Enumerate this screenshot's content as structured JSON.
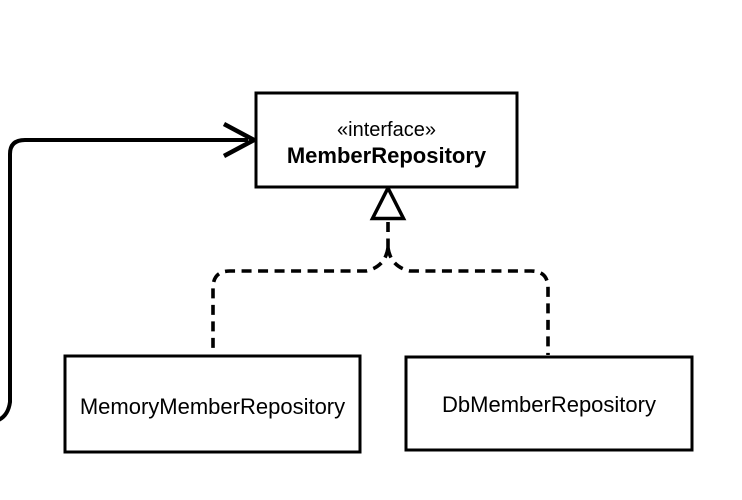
{
  "diagram": {
    "background_color": "#ffffff",
    "line_color": "#000000",
    "interface": {
      "stereotype": "«interface»",
      "name": "MemberRepository"
    },
    "implementations": [
      {
        "name": "MemoryMemberRepository"
      },
      {
        "name": "DbMemberRepository"
      }
    ],
    "icons": {
      "incoming_arrow": "open-arrowhead-icon",
      "realization_arrow": "hollow-triangle-icon"
    }
  }
}
